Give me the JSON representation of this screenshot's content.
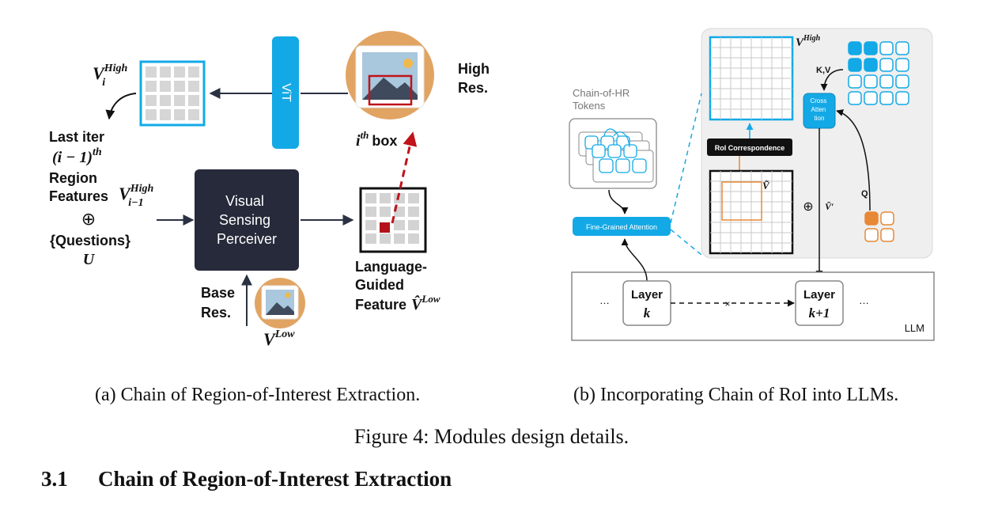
{
  "panel_a": {
    "vit": "ViT",
    "high_res": [
      "High",
      "Res."
    ],
    "v_high_i": {
      "base": "V",
      "sup": "High",
      "sub": "i"
    },
    "ith_box": {
      "base": "i",
      "sup": "th",
      "word": "box"
    },
    "last_iter": "Last iter",
    "i_minus_1": {
      "base": "(i − 1)",
      "sup": "th"
    },
    "region": "Region",
    "features": "Features",
    "v_high_im1": {
      "base": "V",
      "sup": "High",
      "sub": "i−1"
    },
    "oplus": "⊕",
    "questions": "{Questions}",
    "u": "U",
    "vsp": [
      "Visual",
      "Sensing",
      "Perceiver"
    ],
    "lang_guided": [
      "Language-",
      "Guided"
    ],
    "feature_word": "Feature",
    "v_low_hat": {
      "base": "V̂",
      "sup": "Low"
    },
    "base_res": [
      "Base",
      "Res."
    ],
    "v_low": {
      "base": "V",
      "sup": "Low"
    }
  },
  "panel_b": {
    "v_high": {
      "base": "V",
      "sup": "High"
    },
    "kv": "K,V",
    "cross_attention": [
      "Cross",
      "Atten",
      "tion"
    ],
    "chain_tokens": [
      "Chain-of-HR",
      "Tokens"
    ],
    "roi_corr": "RoI Correspondence",
    "v_tilde": "Ṽ",
    "oplus": "⊕",
    "v_prime": "Ṽ′",
    "q": "Q",
    "fine_grained": "Fine-Grained Attention",
    "ellipsis": "…",
    "layer_k": [
      "Layer",
      "k"
    ],
    "layer_k1": [
      "Layer",
      "k+1"
    ],
    "llm": "LLM"
  },
  "captions": {
    "a": "(a) Chain of Region-of-Interest Extraction.",
    "b": "(b) Incorporating Chain of RoI into LLMs.",
    "figure": "Figure 4: Modules design details."
  },
  "section": {
    "number": "3.1",
    "title": "Chain of Region-of-Interest Extraction"
  },
  "colors": {
    "accent_blue": "#13a9e6",
    "dark_box": "#262a3a",
    "orange": "#e78836",
    "red": "#c0131a",
    "grid_gray": "#d9d9d9"
  }
}
